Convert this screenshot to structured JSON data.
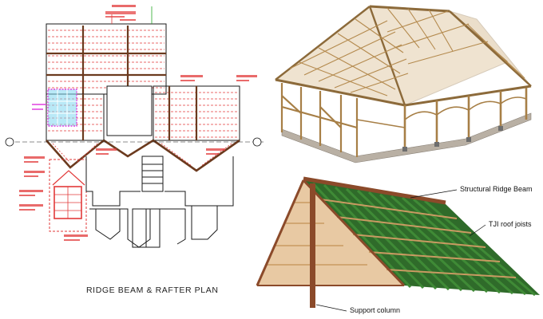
{
  "plan": {
    "caption": "RIDGE BEAM & RAFTER PLAN"
  },
  "roof": {
    "callouts": [
      {
        "id": "ridge",
        "label": "Structural Ridge Beam"
      },
      {
        "id": "joists",
        "label": "TJI roof joists"
      },
      {
        "id": "column",
        "label": "Support column"
      }
    ]
  },
  "colors": {
    "plan_line": "#1a1a1a",
    "plan_rafter_red": "#e23a3a",
    "plan_beam_brown": "#6b3a1e",
    "plan_highlight_cyan": "#7fd7f0",
    "plan_highlight_magenta": "#e040e0",
    "timber": "#c8a36a",
    "timber_dark": "#8c6a3a",
    "plinth": "#b9b0a4",
    "roof_green": "#2f6b2a",
    "roof_green_light": "#3f8a36",
    "sheathing": "#e8c9a3",
    "ridge_brown": "#8b4a2a"
  }
}
